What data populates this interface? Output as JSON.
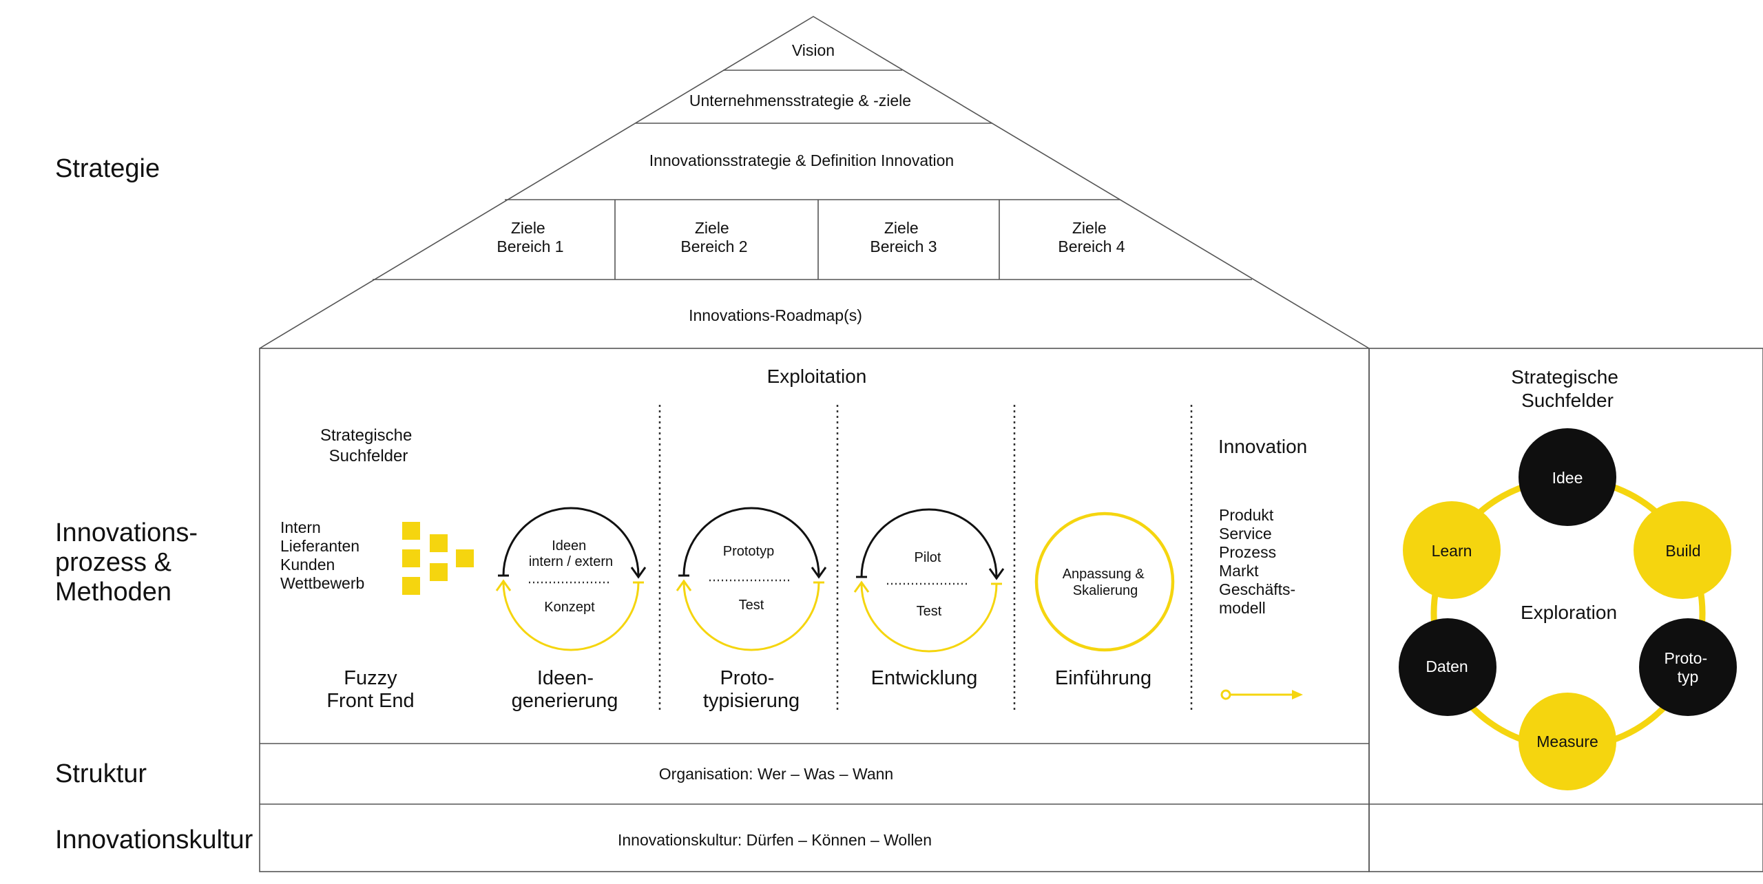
{
  "colors": {
    "accent": "#f5d50f",
    "dark": "#0f0f0f",
    "line": "#555555"
  },
  "side_labels": {
    "strategie": "Strategie",
    "innovationsprozess": [
      "Innovations-",
      "prozess &",
      "Methoden"
    ],
    "struktur": "Struktur",
    "innovationskultur": "Innovationskultur"
  },
  "roof": {
    "vision": "Vision",
    "unternehmensstrategie": "Unternehmensstrategie  & -ziele",
    "innovationsstrategie": "Innovationsstrategie & Definition Innovation",
    "ziele": [
      {
        "l1": "Ziele",
        "l2": "Bereich 1"
      },
      {
        "l1": "Ziele",
        "l2": "Bereich 2"
      },
      {
        "l1": "Ziele",
        "l2": "Bereich 3"
      },
      {
        "l1": "Ziele",
        "l2": "Bereich 4"
      }
    ],
    "roadmap": "Innovations-Roadmap(s)"
  },
  "exploitation": {
    "title": "Exploitation",
    "suchfelder": [
      "Strategische",
      "Suchfelder"
    ],
    "sources": [
      "Intern",
      "Lieferanten",
      "Kunden",
      "Wettbewerb"
    ],
    "cycles": [
      {
        "top": [
          "Ideen",
          "intern / extern"
        ],
        "bottom": "Konzept"
      },
      {
        "top": [
          "Prototyp"
        ],
        "bottom": "Test"
      },
      {
        "top": [
          "Pilot"
        ],
        "bottom": "Test"
      }
    ],
    "einfuehrung_circle": [
      "Anpassung &",
      "Skalierung"
    ],
    "innovation_title": "Innovation",
    "innovation_types": [
      "Produkt",
      "Service",
      "Prozess",
      "Markt",
      "Geschäfts-",
      "modell"
    ],
    "stages": [
      [
        "Fuzzy",
        "Front End"
      ],
      [
        "Ideen-",
        "generierung"
      ],
      [
        "Proto-",
        "typisierung"
      ],
      [
        "Entwicklung"
      ],
      [
        "Einführung"
      ]
    ]
  },
  "exploration": {
    "title": [
      "Strategische",
      "Suchfelder"
    ],
    "center": "Exploration",
    "nodes": [
      {
        "label": [
          "Idee"
        ],
        "color": "black"
      },
      {
        "label": [
          "Build"
        ],
        "color": "yellow"
      },
      {
        "label": [
          "Proto-",
          "typ"
        ],
        "color": "black"
      },
      {
        "label": [
          "Measure"
        ],
        "color": "yellow"
      },
      {
        "label": [
          "Daten"
        ],
        "color": "black"
      },
      {
        "label": [
          "Learn"
        ],
        "color": "yellow"
      }
    ]
  },
  "struktur_text": "Organisation: Wer – Was – Wann",
  "kultur_text": "Innovationskultur: Dürfen – Können – Wollen"
}
